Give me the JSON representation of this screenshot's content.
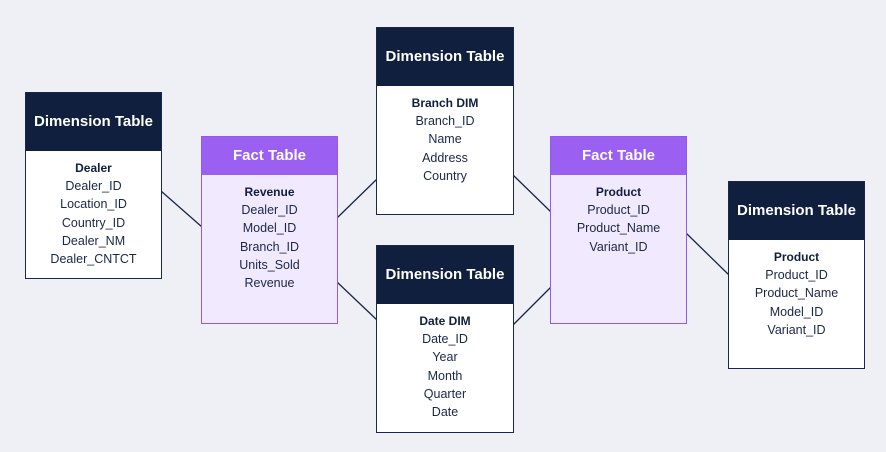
{
  "colors": {
    "dimension_header": "#0f1f3d",
    "fact_header": "#9b5ff2",
    "fact_body": "#f1e9fd",
    "background": "#eef0f5",
    "connector": "#1a2748"
  },
  "tables": {
    "dealer_dim": {
      "header": "Dimension Table",
      "name": "Dealer",
      "fields": [
        "Dealer_ID",
        "Location_ID",
        "Country_ID",
        "Dealer_NM",
        "Dealer_CNTCT"
      ]
    },
    "revenue_fact": {
      "header": "Fact Table",
      "name": "Revenue",
      "fields": [
        "Dealer_ID",
        "Model_ID",
        "Branch_ID",
        "Units_Sold",
        "Revenue"
      ]
    },
    "branch_dim": {
      "header": "Dimension Table",
      "name": "Branch DIM",
      "fields": [
        "Branch_ID",
        "Name",
        "Address",
        "Country"
      ]
    },
    "date_dim": {
      "header": "Dimension Table",
      "name": "Date DIM",
      "fields": [
        "Date_ID",
        "Year",
        "Month",
        "Quarter",
        "Date"
      ]
    },
    "product_fact": {
      "header": "Fact Table",
      "name": "Product",
      "fields": [
        "Product_ID",
        "Product_Name",
        "Variant_ID"
      ]
    },
    "product_dim": {
      "header": "Dimension Table",
      "name": "Product",
      "fields": [
        "Product_ID",
        "Product_Name",
        "Model_ID",
        "Variant_ID"
      ]
    }
  }
}
